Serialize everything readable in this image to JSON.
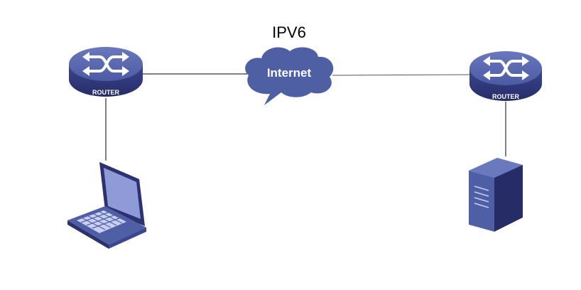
{
  "title": "IPV6",
  "cloud": {
    "label": "Internet",
    "icon": "cloud-icon"
  },
  "routers": [
    {
      "label": "ROUTER",
      "icon": "router-icon"
    },
    {
      "label": "ROUTER",
      "icon": "router-icon"
    }
  ],
  "devices": [
    {
      "icon": "laptop-icon"
    },
    {
      "icon": "server-icon"
    }
  ],
  "colors": {
    "device": "#4f5fa6",
    "dark": "#2c3170",
    "line": "#000000"
  }
}
